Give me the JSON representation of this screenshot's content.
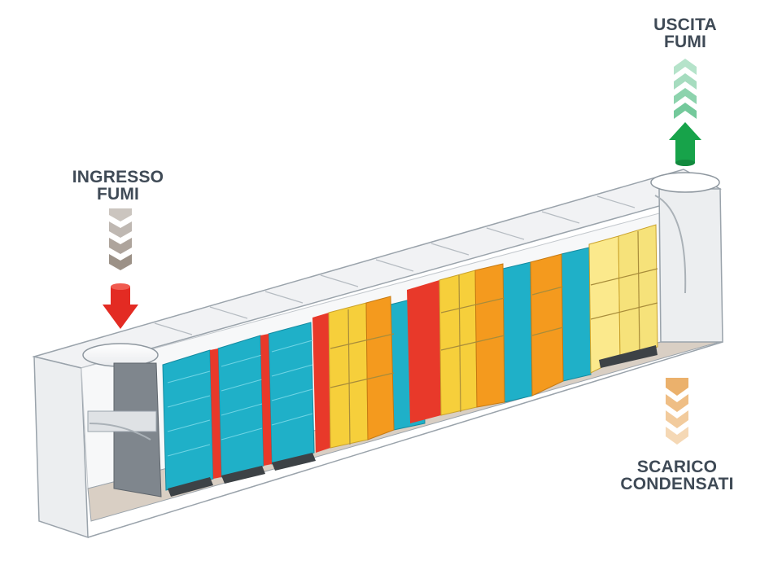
{
  "labels": {
    "inlet": {
      "line1": "INGRESSO",
      "line2": "FUMI"
    },
    "outlet": {
      "line1": "USCITA",
      "line2": "FUMI"
    },
    "condensate": {
      "line1": "SCARICO",
      "line2": "CONDENSATI"
    }
  },
  "colors": {
    "inlet_arrow": "#e32b23",
    "inlet_chevrons": "#8b7e72",
    "outlet_arrow": "#17a34a",
    "outlet_chevrons": "#5cc08a",
    "condensate_chevrons": "#e9a85c",
    "mist_eliminator": "#1fb0c8",
    "baffle": "#e8392a",
    "filter_yellow": "#f6cf3b",
    "filter_orange": "#f49a1e",
    "casing": "#eef0f2",
    "casing_edge": "#9aa3ab"
  },
  "icons": {
    "inlet_arrow": "down-arrow-icon",
    "outlet_arrow": "up-arrow-icon",
    "condensate_arrow": "down-chevron-icon"
  }
}
